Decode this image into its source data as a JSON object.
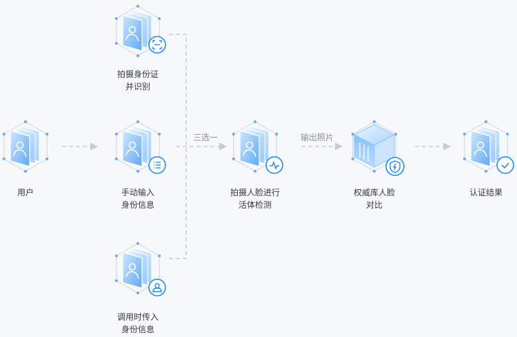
{
  "nodes": {
    "user": {
      "label": "用户"
    },
    "id_scan": {
      "label": "拍摄身份证\n并识别",
      "badge_icon": "scan-icon"
    },
    "manual": {
      "label": "手动输入\n身份信息",
      "badge_icon": "list-icon"
    },
    "api": {
      "label": "调用时传入\n身份信息",
      "badge_icon": "user-icon"
    },
    "liveness": {
      "label": "拍摄人脸进行\n活体检测",
      "badge_icon": "pulse-icon"
    },
    "authority": {
      "label": "权威库人脸\n对比",
      "badge_icon": "lightning-shield-icon"
    },
    "result": {
      "label": "认证结果",
      "badge_icon": "check-icon"
    }
  },
  "edges": {
    "choose_one": "三选一",
    "output_photo": "输出照片"
  },
  "colors": {
    "accent": "#1a8cff",
    "card_light": "#d9ecff",
    "card_mid": "#a8d2ff",
    "card_dark": "#6db3ff",
    "connector": "#c8ccd2",
    "hex_outline": "#c9d3e0",
    "label_text": "#333a45",
    "edge_label_text": "#8a9099"
  }
}
